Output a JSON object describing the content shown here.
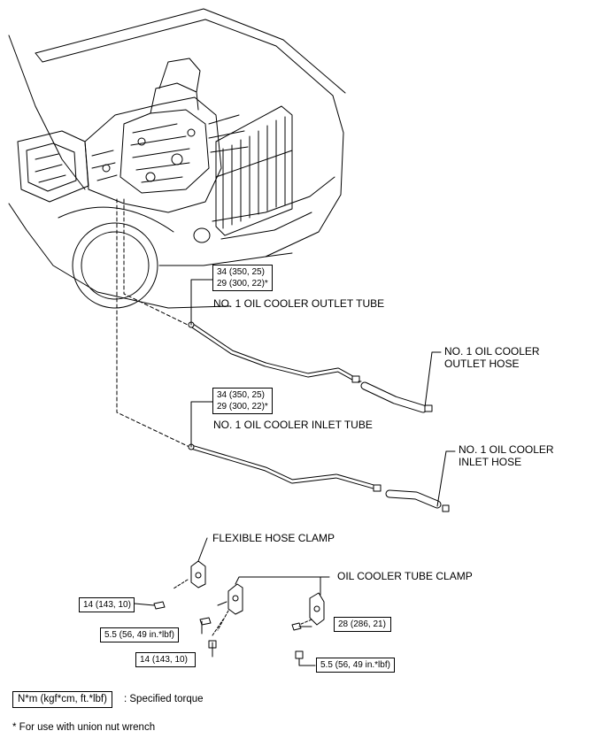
{
  "callouts": {
    "outlet_tube": "NO. 1 OIL COOLER OUTLET TUBE",
    "outlet_hose_line1": "NO. 1 OIL COOLER",
    "outlet_hose_line2": "OUTLET HOSE",
    "inlet_tube": "NO. 1 OIL COOLER INLET TUBE",
    "inlet_hose_line1": "NO. 1 OIL COOLER",
    "inlet_hose_line2": "INLET HOSE",
    "flexible_hose_clamp": "FLEXIBLE HOSE CLAMP",
    "oil_cooler_tube_clamp": "OIL COOLER TUBE CLAMP"
  },
  "torque_specs": {
    "outlet_tube_line1": "34 (350, 25)",
    "outlet_tube_line2": "29 (300, 22)*",
    "inlet_tube_line1": "34 (350, 25)",
    "inlet_tube_line2": "29 (300, 22)*",
    "flex_clamp_bolt": "14 (143, 10)",
    "tube_clamp_bolt_a": "5.5 (56, 49 in.*lbf)",
    "tube_clamp_bolt_b": "14 (143, 10)",
    "right_clamp_bolt_a": "28 (286, 21)",
    "right_clamp_bolt_b": "5.5 (56, 49 in.*lbf)"
  },
  "legend": {
    "unit_box": "N*m (kgf*cm, ft.*lbf)",
    "unit_desc": ": Specified torque",
    "footnote": "* For use with union nut wrench"
  }
}
